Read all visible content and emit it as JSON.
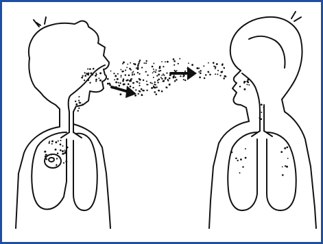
{
  "diagram": {
    "stroke_color": "#111111",
    "frame_color": "#1f4fa3",
    "background_color": "#ffffff",
    "figures": [
      {
        "role": "source person",
        "facing": "right",
        "lung_lesion": true
      },
      {
        "role": "exposed person",
        "facing": "left",
        "lung_lesion": false
      }
    ],
    "arrows": [
      {
        "direction": "right"
      },
      {
        "direction": "right"
      }
    ]
  }
}
